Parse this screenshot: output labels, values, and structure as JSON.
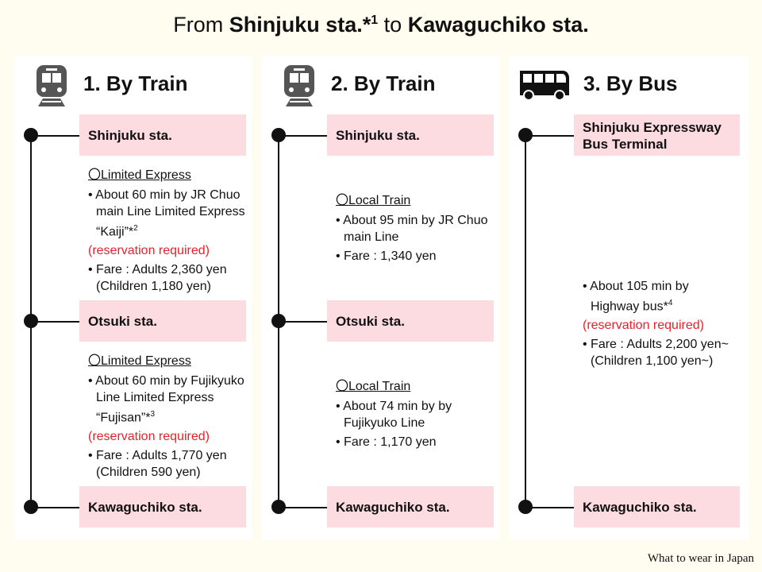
{
  "title": {
    "prefix": "From ",
    "from": "Shinjuku sta.*",
    "from_sup": "1",
    "mid": " to ",
    "to": "Kawaguchiko sta."
  },
  "panels": [
    {
      "title": "1. By Train",
      "icon": "train-icon",
      "stations": [
        "Shinjuku sta.",
        "Otsuki sta.",
        "Kawaguchiko sta."
      ],
      "segments": [
        {
          "heading": "〇Limited Express",
          "desc": "About 60 min by JR Chuo main Line Limited Express “Kaiji”*",
          "sup": "2",
          "note": "(reservation required)",
          "fare": "Fare : Adults 2,360 yen (Children 1,180 yen)"
        },
        {
          "heading": "〇Limited Express",
          "desc": "About 60 min by Fujikyuko Line Limited Express “Fujisan”*",
          "sup": "3",
          "note": "(reservation required)",
          "fare": "Fare : Adults 1,770 yen (Children 590 yen)"
        }
      ]
    },
    {
      "title": "2. By Train",
      "icon": "train-icon",
      "stations": [
        "Shinjuku sta.",
        "Otsuki sta.",
        "Kawaguchiko sta."
      ],
      "segments": [
        {
          "heading": "〇Local Train",
          "desc": "About 95 min by JR Chuo main Line",
          "fare": "Fare : 1,340 yen"
        },
        {
          "heading": "〇Local Train",
          "desc": "About 74 min by by Fujikyuko Line",
          "fare": "Fare : 1,170 yen"
        }
      ]
    },
    {
      "title": "3. By Bus",
      "icon": "bus-icon",
      "stations": [
        "Shinjuku Expressway Bus Terminal",
        "Kawaguchiko sta."
      ],
      "segments": [
        {
          "desc": "About 105 min by Highway bus*",
          "sup": "4",
          "note": "(reservation required)",
          "fare": "Fare : Adults 2,200 yen~ (Children 1,100 yen~)"
        }
      ]
    }
  ],
  "footer": "What to wear in Japan",
  "colors": {
    "background": "#fefdf0",
    "station_box": "#fcdbe1",
    "note": "#e8212b"
  }
}
